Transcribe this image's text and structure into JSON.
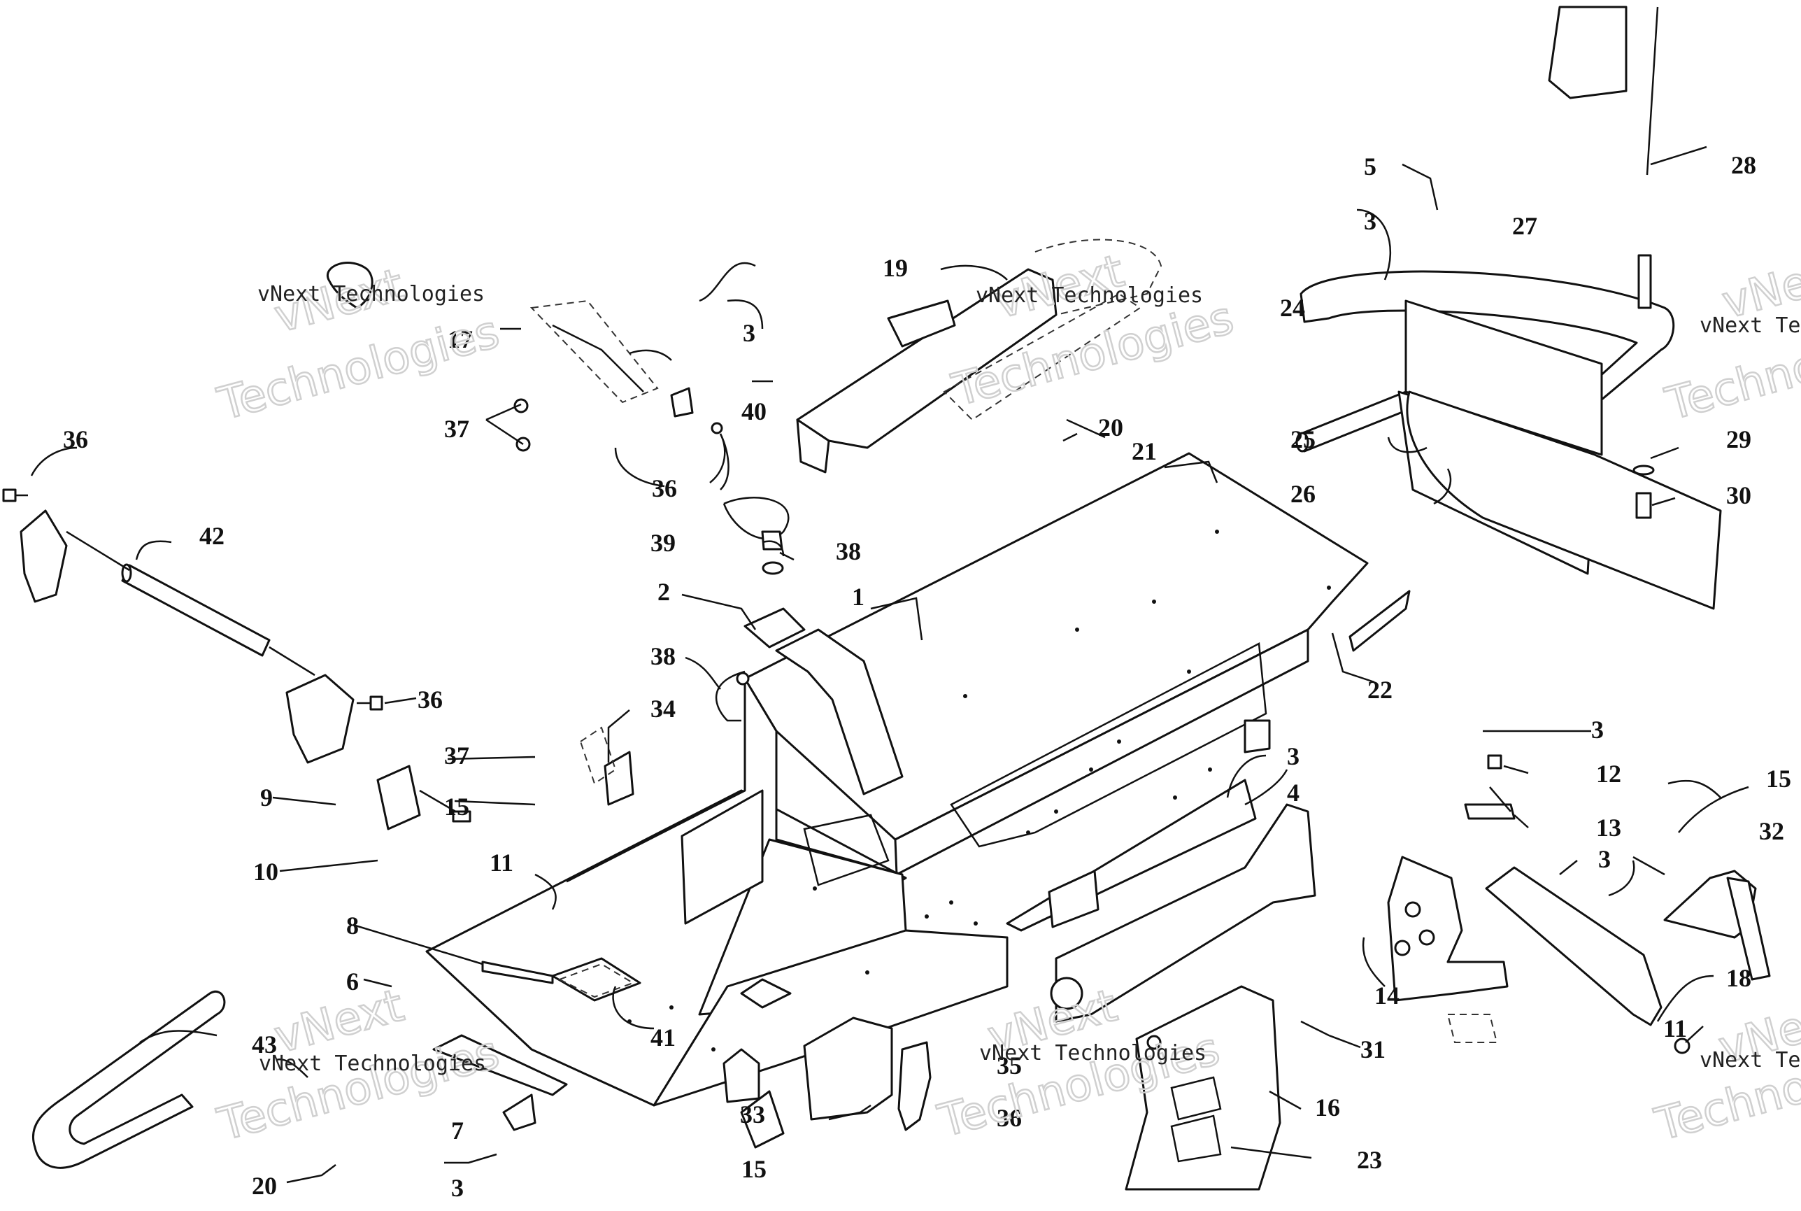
{
  "callouts": {
    "c1": "1",
    "c2": "2",
    "c3a": "3",
    "c3b": "3",
    "c3c": "3",
    "c3d": "3",
    "c3e": "3",
    "c3f": "3",
    "c4": "4",
    "c5": "5",
    "c6": "6",
    "c7": "7",
    "c8": "8",
    "c9": "9",
    "c10": "10",
    "c11a": "11",
    "c11b": "11",
    "c12": "12",
    "c13": "13",
    "c14": "14",
    "c15a": "15",
    "c15b": "15",
    "c15c": "15",
    "c16": "16",
    "c17": "17",
    "c18": "18",
    "c19": "19",
    "c20a": "20",
    "c20b": "20",
    "c21": "21",
    "c22": "22",
    "c23": "23",
    "c24": "24",
    "c25": "25",
    "c26": "26",
    "c27": "27",
    "c28": "28",
    "c29": "29",
    "c30": "30",
    "c31": "31",
    "c32": "32",
    "c33": "33",
    "c34": "34",
    "c35": "35",
    "c36a": "36",
    "c36b": "36",
    "c36c": "36",
    "c36d": "36",
    "c37a": "37",
    "c37b": "37",
    "c38a": "38",
    "c38b": "38",
    "c39": "39",
    "c40": "40",
    "c41": "41",
    "c42": "42",
    "c43": "43"
  },
  "watermarks": {
    "line1": "vNext Technologies",
    "line2": "vNext",
    "line3": "Technologies",
    "edge1": "vNext Tec",
    "edge2": "Technol",
    "edge3": "Technolo"
  }
}
